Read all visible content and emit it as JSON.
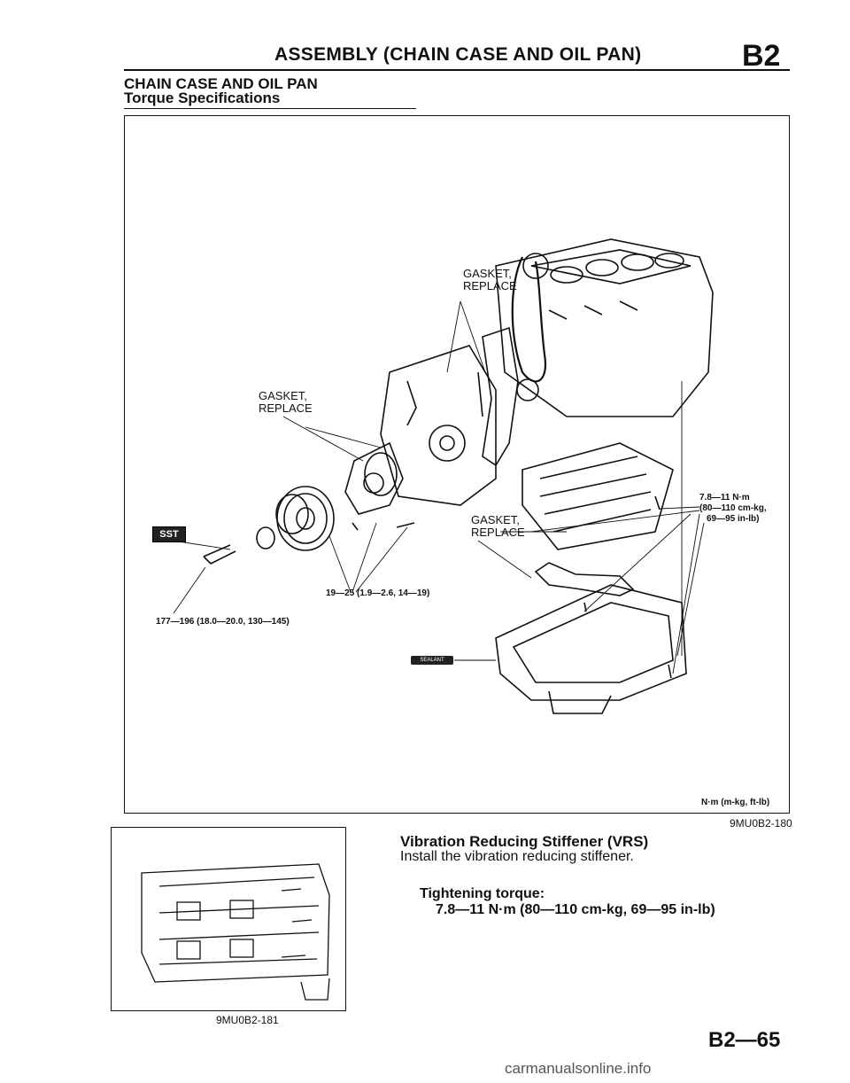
{
  "header": {
    "title": "ASSEMBLY (CHAIN CASE AND OIL PAN)",
    "section_code": "B2"
  },
  "section": {
    "title": "CHAIN CASE AND OIL PAN",
    "subtitle": "Torque Specifications"
  },
  "main_figure": {
    "labels": {
      "gasket_top": [
        "GASKET,",
        "REPLACE"
      ],
      "gasket_left": [
        "GASKET,",
        "REPLACE"
      ],
      "gasket_mid": [
        "GASKET,",
        "REPLACE"
      ],
      "sst": "SST",
      "torque_vrs": [
        "7.8—11 N·m",
        "(80—110 cm-kg,",
        "69—95 in-lb)"
      ],
      "torque_cover": "19—25 (1.9—2.6, 14—19)",
      "torque_pulley": "177—196 (18.0—20.0, 130—145)",
      "sealant": "SEALANT"
    },
    "units": "N·m (m-kg, ft-lb)",
    "figure_id": "9MU0B2-180"
  },
  "vrs": {
    "heading": "Vibration Reducing Stiffener (VRS)",
    "instruction": "Install the vibration reducing stiffener.",
    "torque_heading": "Tightening torque:",
    "torque_value": "7.8—11 N·m (80—110 cm-kg, 69—95 in-lb)",
    "figure_id": "9MU0B2-181"
  },
  "footer": {
    "page_number": "B2—65",
    "watermark": "carmanualsonline.info"
  }
}
